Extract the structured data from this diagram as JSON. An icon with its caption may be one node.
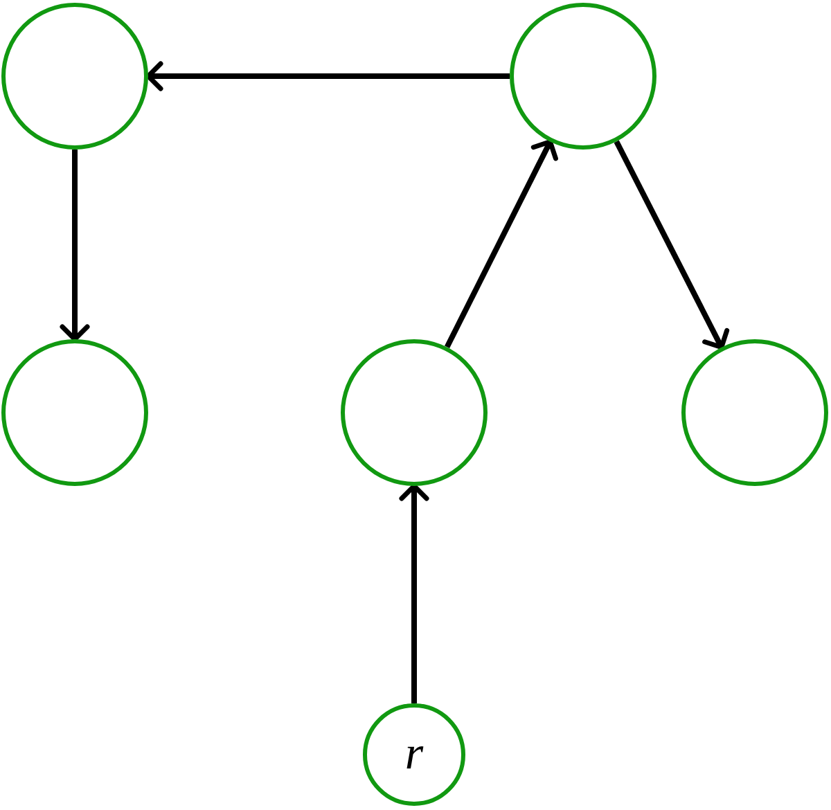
{
  "diagram": {
    "nodes": [
      {
        "text": [],
        "shape": "circle"
      },
      {
        "text": [],
        "shape": "circle"
      },
      {
        "text": [],
        "shape": "circle"
      },
      {
        "text": [],
        "shape": "circle"
      },
      {
        "text": [],
        "shape": "circle"
      },
      {
        "text": [
          "r"
        ]
      }
    ],
    "edges": [
      {
        "from": 1,
        "to": 0,
        "arrow": "to"
      },
      {
        "from": 0,
        "to": 2,
        "arrow": "to"
      },
      {
        "from": 3,
        "to": 1,
        "arrow": "to"
      },
      {
        "from": 1,
        "to": 4,
        "arrow": "to"
      },
      {
        "from": 5,
        "to": 3,
        "arrow": "to"
      }
    ]
  }
}
